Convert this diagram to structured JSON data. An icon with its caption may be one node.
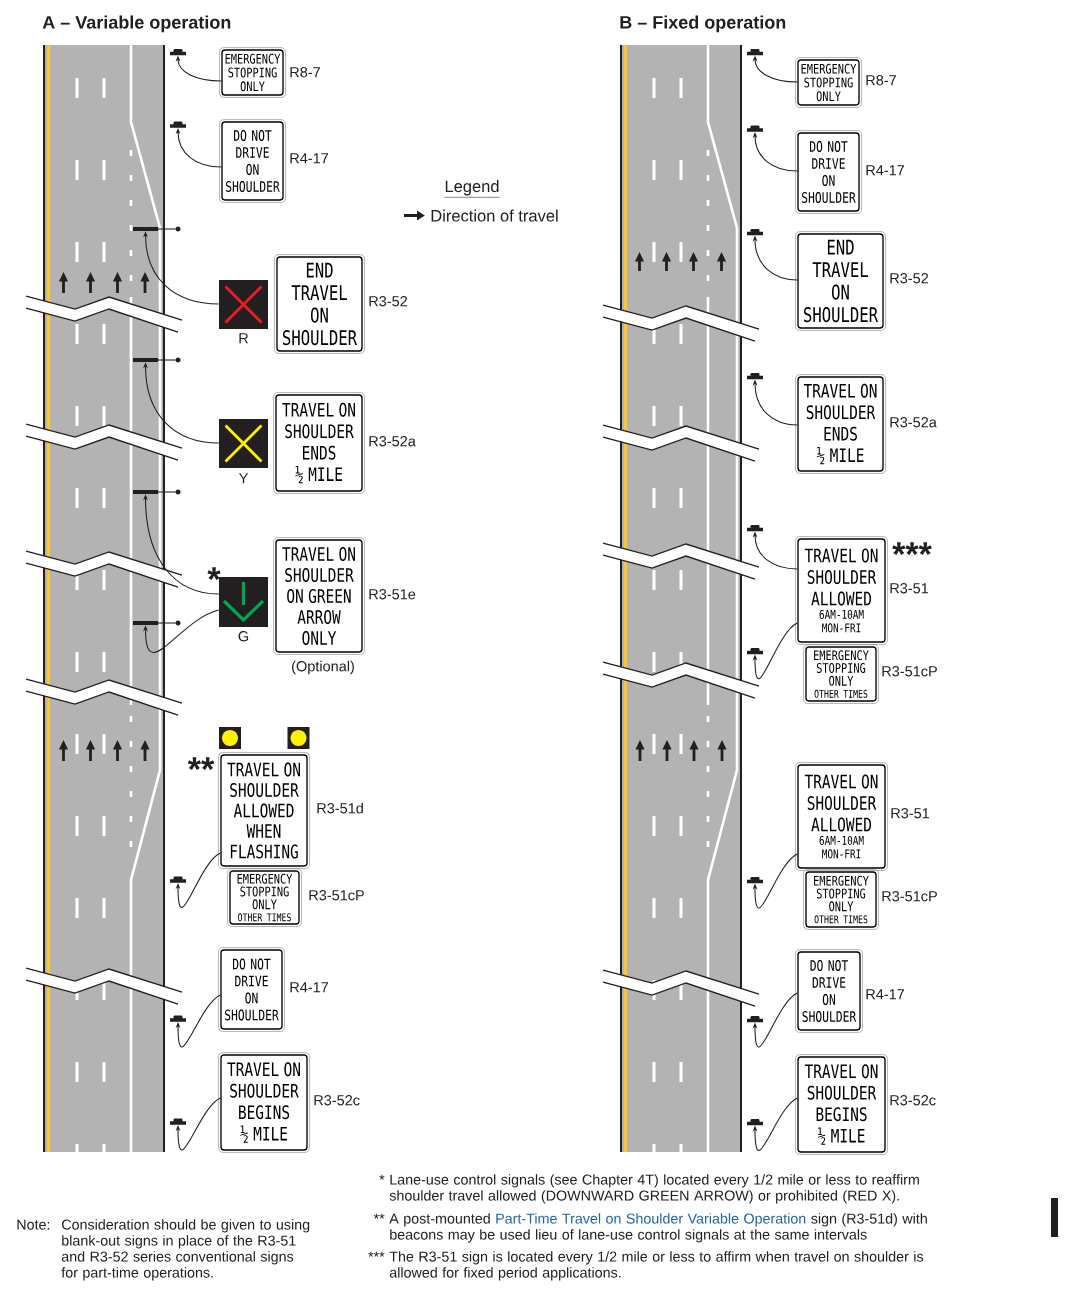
{
  "diagram": {
    "nodes": [
      {
        "text": [],
        "shape": "bar"
      },
      {
        "text": [
          "EMERGENCY STOPPING ONLY"
        ],
        "beside": [
          "R8-7"
        ]
      },
      {
        "text": [],
        "shape": "bar"
      },
      {
        "text": [
          "DO NOT DRIVE ON SHOULDER"
        ],
        "beside": [
          "R4-17"
        ]
      },
      {
        "text": [],
        "shape": "bar"
      },
      {
        "text": [],
        "shape": "box",
        "beside": [
          "R"
        ]
      },
      {
        "text": [
          "END TRAVEL ON SHOULDER"
        ],
        "beside": [
          "R3-52"
        ]
      },
      {
        "text": [],
        "shape": "bar"
      },
      {
        "text": [],
        "shape": "box",
        "beside": [
          "Y"
        ]
      },
      {
        "text": [
          "TRAVEL ON SHOULDER ENDS ½ MILE"
        ],
        "beside": [
          "R3-52a"
        ]
      },
      {
        "text": [],
        "shape": "bar"
      },
      {
        "text": [],
        "shape": "box",
        "beside": [
          "*",
          "G"
        ]
      },
      {
        "text": [
          "TRAVEL ON SHOULDER ON GREEN ARROW ONLY"
        ],
        "beside": [
          "R3-51e",
          "(Optional)"
        ]
      },
      {
        "text": [],
        "shape": "bar"
      },
      {
        "text": [
          "TRAVEL ON SHOULDER ALLOWED WHEN FLASHING"
        ],
        "beside": [
          "**",
          "R3-51d"
        ]
      },
      {
        "text": [],
        "shape": "bar"
      },
      {
        "text": [
          "EMERGENCY STOPPING ONLY",
          "OTHER TIMES"
        ],
        "beside": [
          "R3-51cP"
        ]
      },
      {
        "text": [
          "DO NOT DRIVE ON SHOULDER"
        ],
        "beside": [
          "R4-17"
        ]
      },
      {
        "text": [],
        "shape": "bar"
      },
      {
        "text": [
          "TRAVEL ON SHOULDER BEGINS ½ MILE"
        ],
        "beside": [
          "R3-52c"
        ]
      },
      {
        "text": [],
        "shape": "bar"
      },
      {
        "text": [],
        "shape": "bar"
      },
      {
        "text": [
          "EMERGENCY STOPPING ONLY"
        ],
        "beside": [
          "R8-7"
        ]
      },
      {
        "text": [],
        "shape": "bar"
      },
      {
        "text": [
          "DO NOT DRIVE ON SHOULDER"
        ],
        "beside": [
          "R4-17"
        ]
      },
      {
        "text": [],
        "shape": "bar"
      },
      {
        "text": [
          "END TRAVEL ON SHOULDER"
        ],
        "beside": [
          "R3-52"
        ]
      },
      {
        "text": [],
        "shape": "bar"
      },
      {
        "text": [
          "TRAVEL ON SHOULDER ENDS ½ MILE"
        ],
        "beside": [
          "R3-52a"
        ]
      },
      {
        "text": [],
        "shape": "bar"
      },
      {
        "text": [
          "TRAVEL ON SHOULDER ALLOWED",
          "6AM-10AM MON-FRI"
        ],
        "beside": [
          "***",
          "R3-51"
        ]
      },
      {
        "text": [],
        "shape": "bar"
      },
      {
        "text": [
          "EMERGENCY STOPPING ONLY",
          "OTHER TIMES"
        ],
        "beside": [
          "R3-51cP"
        ]
      },
      {
        "text": [
          "TRAVEL ON SHOULDER ALLOWED",
          "6AM-10AM MON-FRI"
        ],
        "beside": [
          "R3-51"
        ]
      },
      {
        "text": [],
        "shape": "bar"
      },
      {
        "text": [
          "EMERGENCY STOPPING ONLY",
          "OTHER TIMES"
        ],
        "beside": [
          "R3-51cP"
        ]
      },
      {
        "text": [
          "DO NOT DRIVE ON SHOULDER"
        ],
        "beside": [
          "R4-17"
        ]
      },
      {
        "text": [],
        "shape": "bar"
      },
      {
        "text": [
          "TRAVEL ON SHOULDER BEGINS ½ MILE"
        ],
        "beside": [
          "R3-52c"
        ]
      },
      {
        "text": [],
        "shape": "bar"
      }
    ],
    "edges": [
      {
        "from": 1,
        "to": 0,
        "arrow": "to"
      },
      {
        "from": 3,
        "to": 2,
        "arrow": "to"
      },
      {
        "from": 5,
        "to": 4,
        "arrow": "to"
      },
      {
        "from": 8,
        "to": 7,
        "arrow": "to"
      },
      {
        "from": 11,
        "to": 10,
        "arrow": "to"
      },
      {
        "from": 11,
        "to": 13,
        "arrow": "to"
      },
      {
        "from": 14,
        "to": 15,
        "arrow": "to"
      },
      {
        "from": 17,
        "to": 18,
        "arrow": "to"
      },
      {
        "from": 19,
        "to": 20,
        "arrow": "to"
      },
      {
        "from": 22,
        "to": 21,
        "arrow": "to"
      },
      {
        "from": 24,
        "to": 23,
        "arrow": "to"
      },
      {
        "from": 26,
        "to": 25,
        "arrow": "to"
      },
      {
        "from": 28,
        "to": 27,
        "arrow": "to"
      },
      {
        "from": 30,
        "to": 29,
        "arrow": "to"
      },
      {
        "from": 30,
        "to": 31,
        "arrow": "to"
      },
      {
        "from": 33,
        "to": 34,
        "arrow": "to"
      },
      {
        "from": 36,
        "to": 37,
        "arrow": "to"
      },
      {
        "from": 38,
        "to": 39,
        "arrow": "to"
      }
    ],
    "labels": [
      "A – Variable operation",
      "B – Fixed operation",
      "Legend",
      "Note:",
      "Consideration should be given to using blank-out signs in place of the R3-51 and R3-52 series conventional signs for part-time operations.",
      "*",
      "Lane-use control signals (see Chapter 4T) located every 1/2 mile or less to reaffirm shoulder travel allowed (DOWNWARD GREEN ARROW) or prohibited (RED X).",
      "**",
      "A post-mounted",
      "Part-Time Travel on Shoulder Variable Operation",
      "sign (R3-51d) with beacons may be used lieu of lane-use control signals at the same intervals",
      "***",
      "The R3-51 sign is located every 1/2 mile or less to affirm when travel on shoulder is allowed for fixed period applications."
    ],
    "legend": [
      {
        "text": "Direction of travel"
      }
    ]
  }
}
